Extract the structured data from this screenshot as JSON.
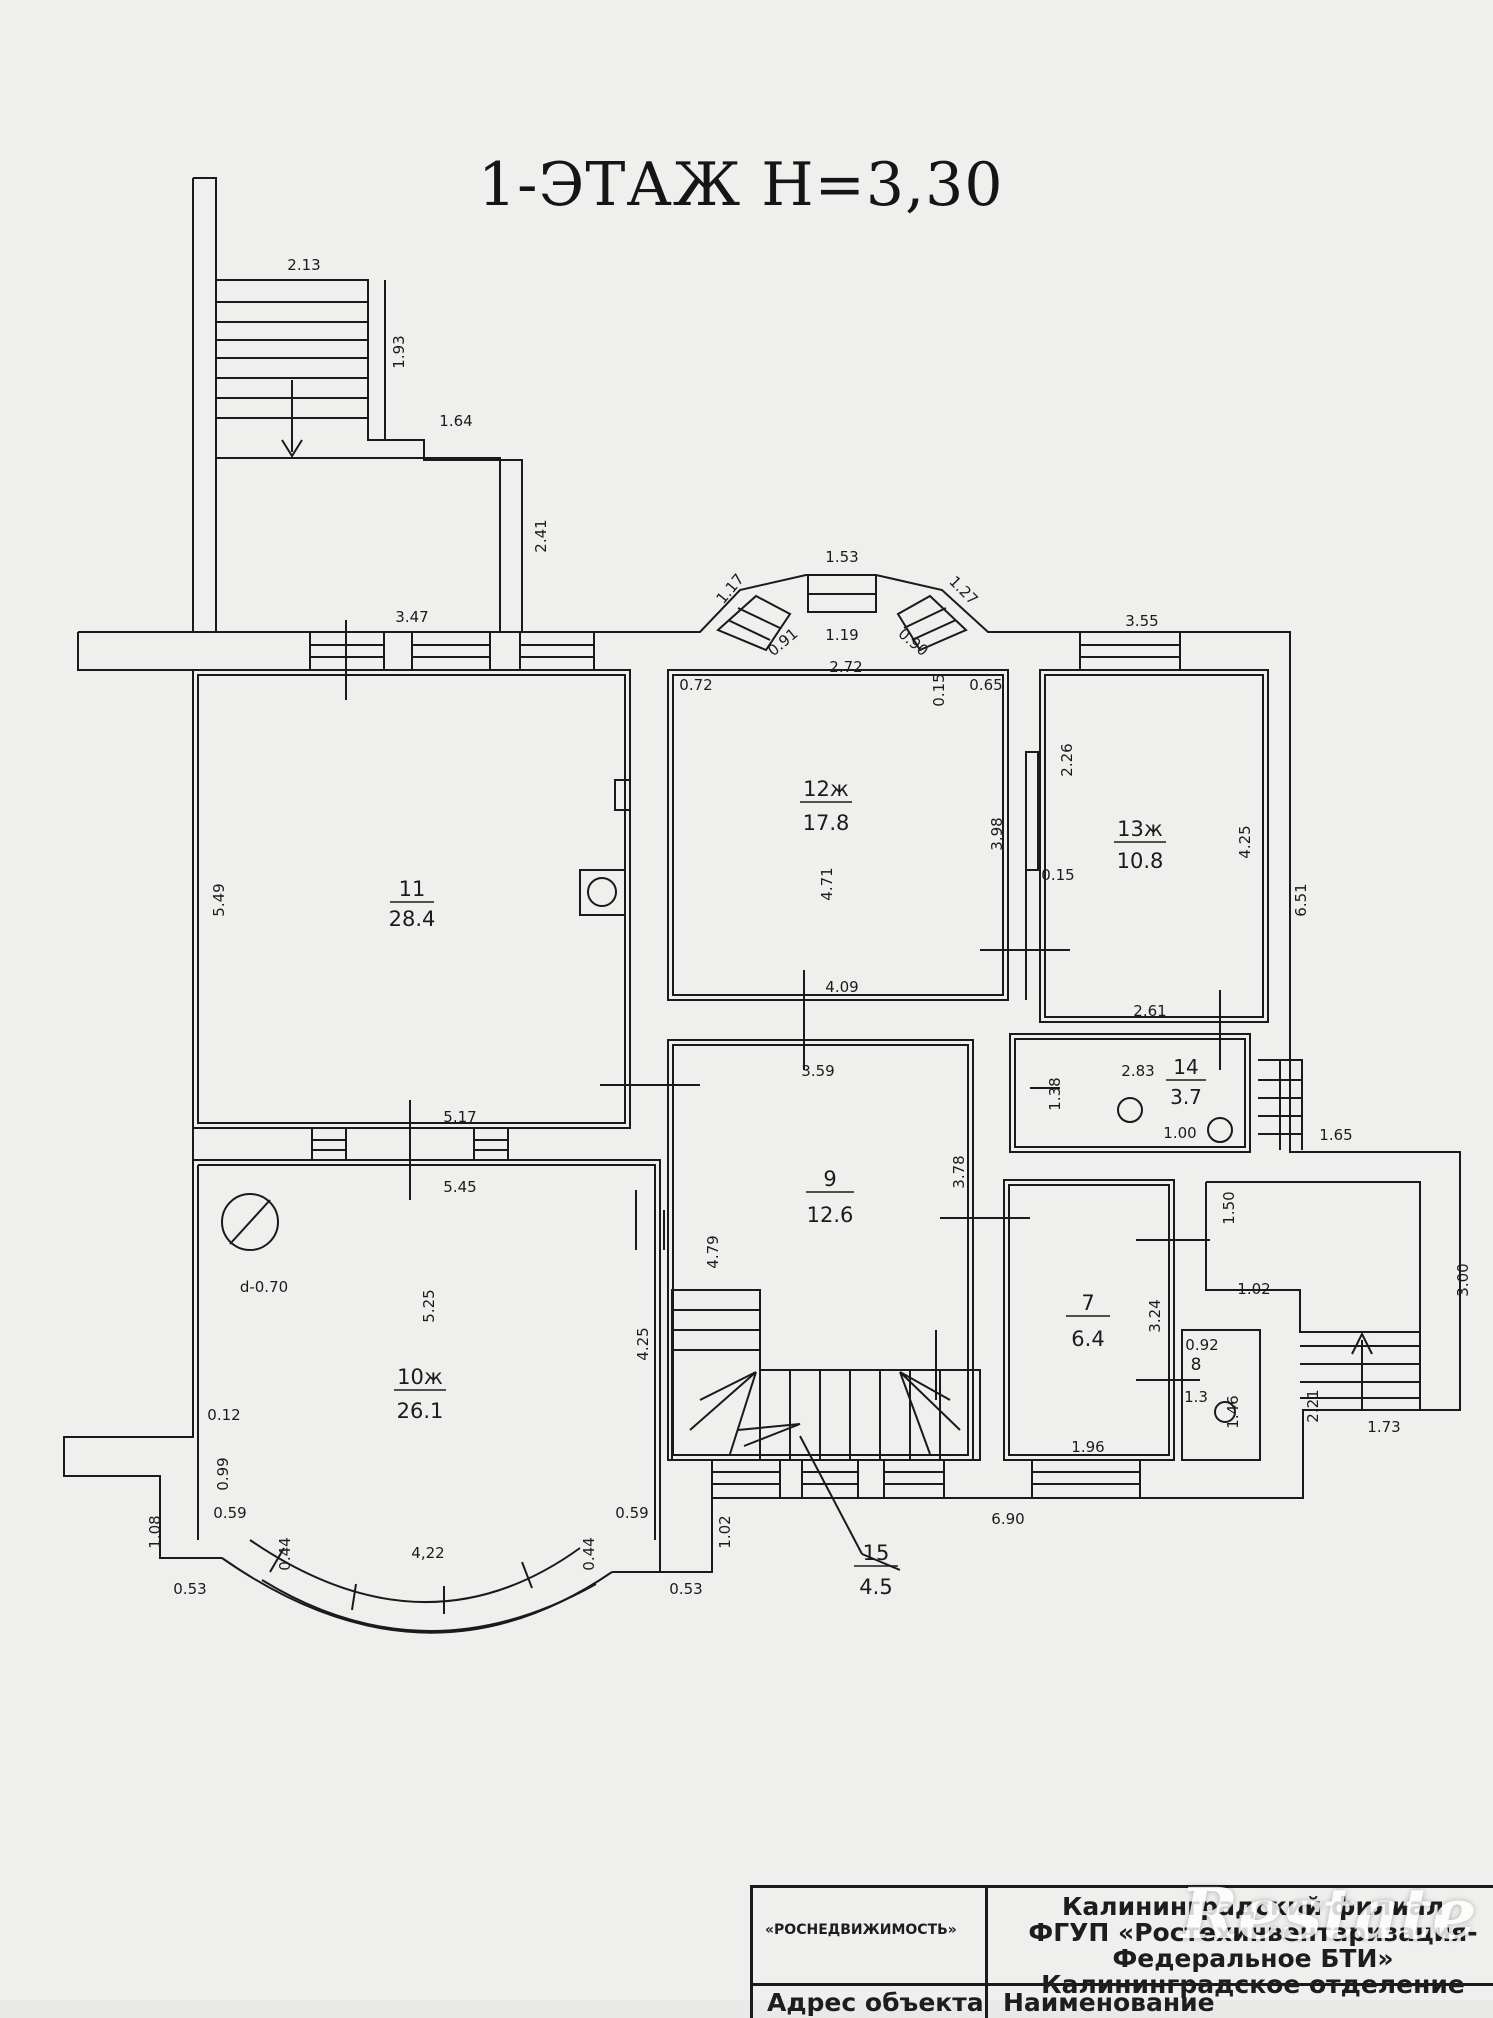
{
  "plan": {
    "title": "1-ЭТАЖ Н=3,30",
    "rooms": [
      {
        "num": "11",
        "area": "28.4"
      },
      {
        "num": "12ж",
        "area": "17.8"
      },
      {
        "num": "13ж",
        "area": "10.8"
      },
      {
        "num": "14",
        "area": "3.7"
      },
      {
        "num": "9",
        "area": "12.6"
      },
      {
        "num": "10ж",
        "area": "26.1"
      },
      {
        "num": "7",
        "area": "6.4"
      },
      {
        "num": "8",
        "area": ""
      },
      {
        "num": "15",
        "area": "4.5"
      }
    ],
    "dims": [
      "2.13",
      "1.93",
      "1.64",
      "2.41",
      "3.47",
      "1.53",
      "1.17",
      "1.27",
      "0.91",
      "1.19",
      "0.90",
      "2.72",
      "0.72",
      "0.65",
      "0.15",
      "3.55",
      "2.26",
      "4.25",
      "6.51",
      "5.49",
      "4.71",
      "3.98",
      "0.15",
      "4.09",
      "2.61",
      "3.59",
      "2.83",
      "1.38",
      "1.00",
      "5.17",
      "5.45",
      "3.78",
      "4.79",
      "1.65",
      "1.50",
      "1.02",
      "3.00",
      "3.24",
      "0.92",
      "1.46",
      "1.3",
      "2.21",
      "1.73",
      "5.25",
      "d-0.70",
      "4.25",
      "0.12",
      "0.99",
      "0.59",
      "0.59",
      "4,22",
      "0.44",
      "0.44",
      "1.08",
      "0.53",
      "0.53",
      "1.02",
      "6.90",
      "1.96"
    ]
  },
  "stamp": {
    "agency": "«РОСНЕДВИЖИМОСТЬ»",
    "org_lines": [
      "Калининградский филиал",
      "ФГУП «Ростехинвентаризация-",
      "Федеральное БТИ»",
      "Калининградское отделение"
    ],
    "address_label": "Адрес объекта",
    "name_label": "Наименование"
  },
  "watermark": "Restate"
}
